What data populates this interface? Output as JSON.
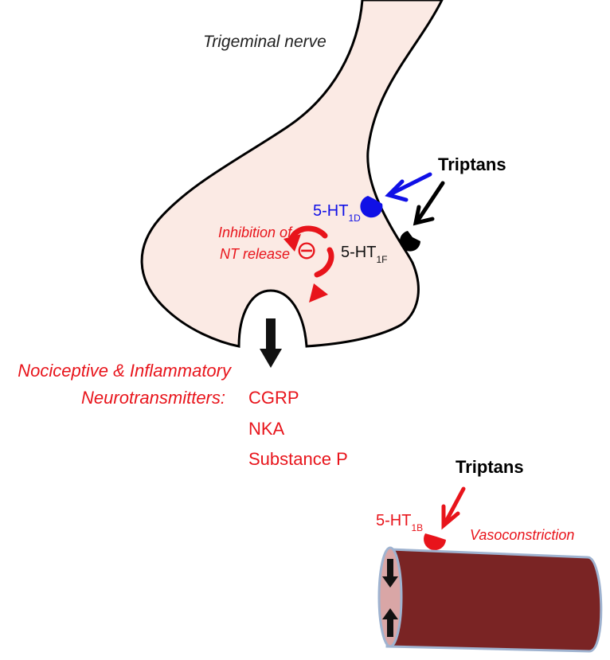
{
  "labels": {
    "nerve": "Trigeminal nerve",
    "triptans_top": "Triptans",
    "triptans_bottom": "Triptans",
    "receptor_1d_main": "5-HT",
    "receptor_1d_sub": "1D",
    "receptor_1f_main": "5-HT",
    "receptor_1f_sub": "1F",
    "receptor_1b_main": "5-HT",
    "receptor_1b_sub": "1B",
    "inhibition_line1": "Inhibition of",
    "inhibition_line2": "NT release",
    "inhibition_symbol": "⊖",
    "neuro_line1": "Nociceptive & Inflammatory",
    "neuro_line2": "Neurotransmitters:",
    "transmitters": [
      "CGRP",
      "NKA",
      "Substance P"
    ],
    "vasoconstriction": "Vasoconstriction"
  },
  "colors": {
    "nerve_fill": "#fbeae4",
    "outline": "#000000",
    "red": "#e8141b",
    "blue": "#1010e6",
    "vessel": "#7a2424",
    "vessel_edge": "#9fb3d0",
    "vessel_lumen": "#d9a6a6"
  }
}
